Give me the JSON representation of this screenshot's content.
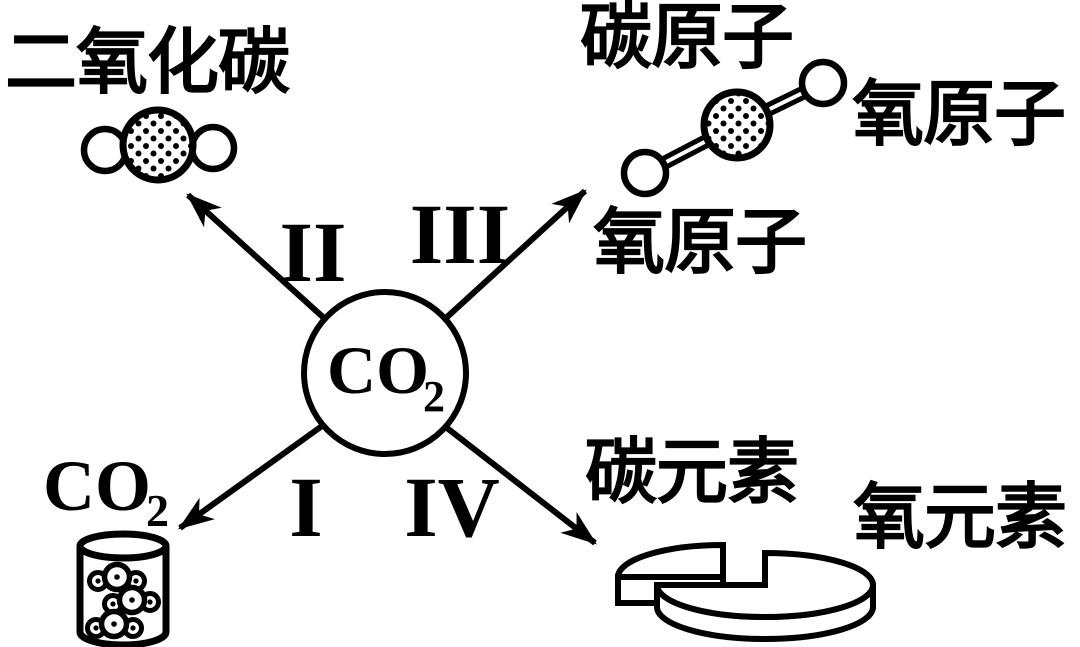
{
  "colors": {
    "ink": "#000000",
    "paper": "#ffffff"
  },
  "center": {
    "formula_main": "CO",
    "formula_sub": "2"
  },
  "branch_labels": {
    "i": "I",
    "ii": "II",
    "iii": "III",
    "iv": "IV"
  },
  "macroscopic": {
    "name_label": "二氧化碳"
  },
  "molecule_model": {
    "carbon_atom_label": "碳原子",
    "oxygen_atom_label_right": "氧原子",
    "oxygen_atom_label_bottom": "氧原子"
  },
  "gas_sample": {
    "formula_main": "CO",
    "formula_sub": "2"
  },
  "composition": {
    "carbon_element_label": "碳元素",
    "oxygen_element_label": "氧元素"
  }
}
